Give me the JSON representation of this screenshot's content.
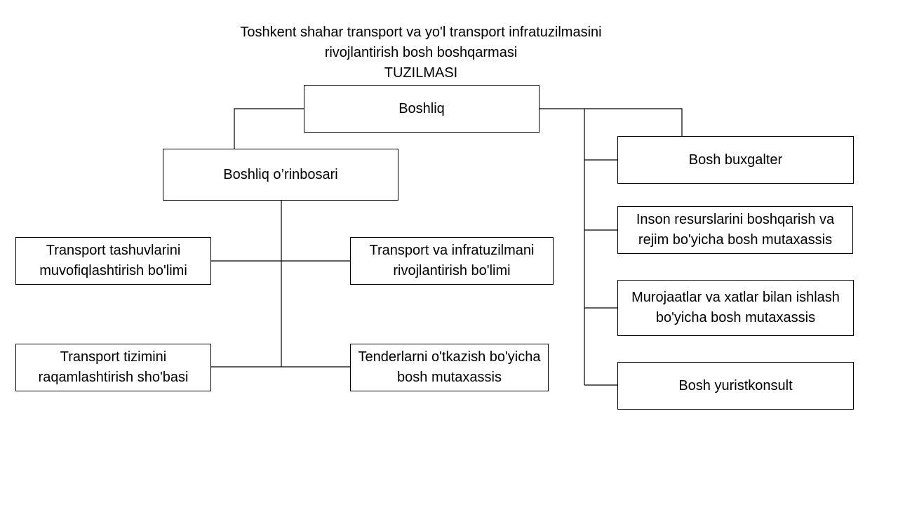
{
  "title": {
    "line1": "Toshkent shahar transport va yo'l transport infratuzilmasini",
    "line2": "rivojlantirish bosh boshqarmasi",
    "line3": "TUZILMASI"
  },
  "nodes": {
    "boss": "Boshliq",
    "deputy": "Boshliq o’rinbosari",
    "transport_coordination": "Transport tashuvlarini muvofiqlashtirish bo'limi",
    "transport_infrastructure": "Transport va infratuzilmani rivojlantirish bo'limi",
    "transport_digitalization": "Transport tizimini raqamlashtirish sho'basi",
    "tenders": "Tenderlarni o'tkazish bo'yicha bosh mutaxassis",
    "chief_accountant": "Bosh buxgalter",
    "hr_specialist": "Inson resurslarini boshqarish va rejim bo'yicha bosh mutaxassis",
    "appeals_specialist": "Murojaatlar va xatlar bilan ishlash bo'yicha bosh mutaxassis",
    "chief_legal": "Bosh yuristkonsult"
  },
  "colors": {
    "line": "#000000",
    "box_border": "#000000",
    "background": "#ffffff"
  }
}
